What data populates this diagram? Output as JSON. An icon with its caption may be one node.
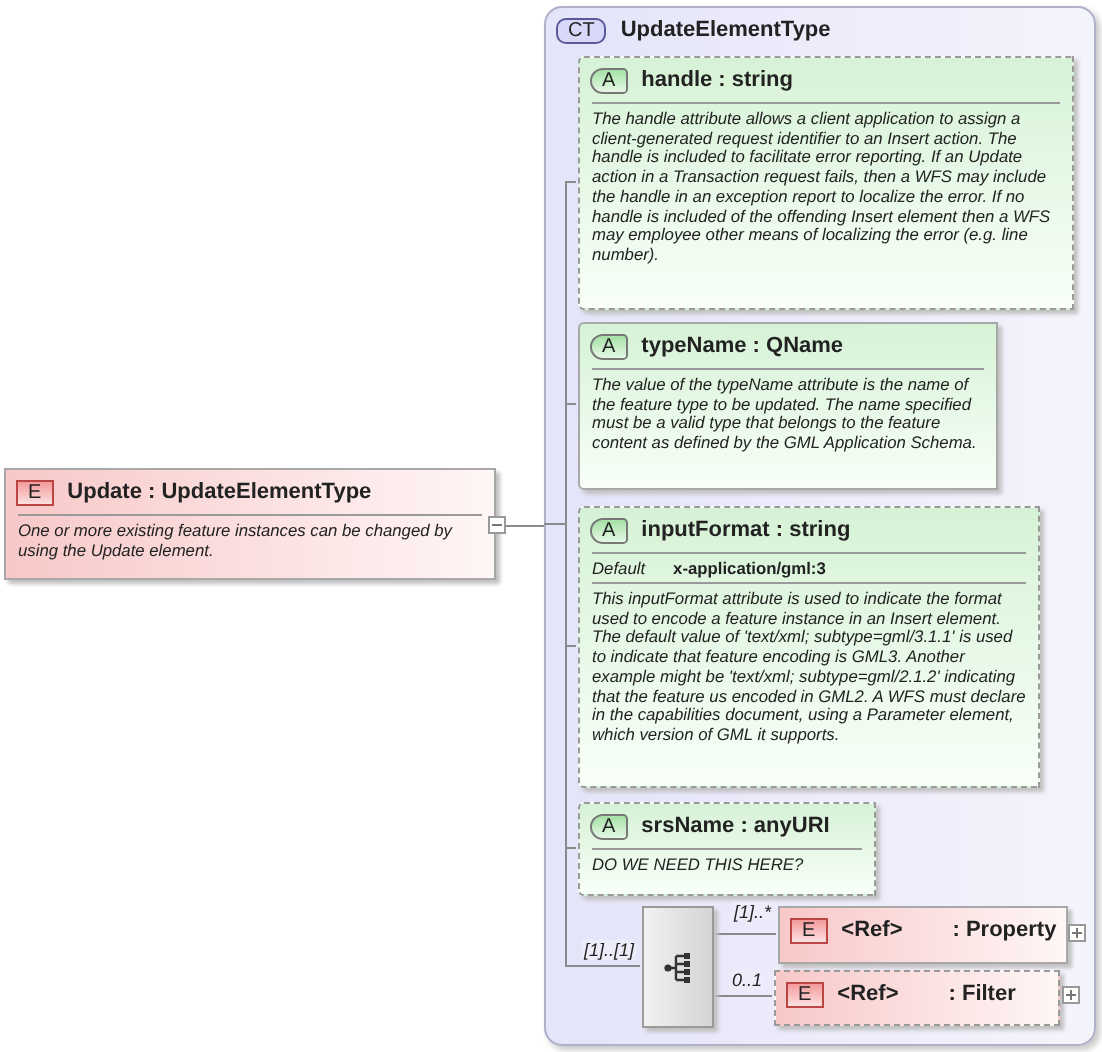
{
  "diagram": {
    "nodes": [
      {
        "text": [
          "E",
          "Update : UpdateElementType",
          "One or more existing feature instances can be changed by using the Update element."
        ]
      },
      {
        "text": [
          "CT",
          "UpdateElementType"
        ]
      },
      {
        "text": [
          "A",
          "handle : string",
          "The handle attribute allows a client application to assign a client-generated request identifier to an Insert action.  The handle is included to facilitate error reporting.  If an Update action in a Transaction request fails, then a WFS may include the handle in an exception report to localize the error.  If no handle is included of the offending Insert element then a WFS may employee other means of localizing the error (e.g. line number)."
        ],
        "in": 1
      },
      {
        "text": [
          "A",
          "typeName : QName",
          "The value of the typeName attribute is the name of the feature type to be updated. The name specified must be a valid type that belongs to the feature content as defined by the GML Application Schema."
        ],
        "in": 1
      },
      {
        "text": [
          "A",
          "inputFormat : string",
          "Default",
          "x-application/gml:3",
          "This inputFormat attribute is used to indicate the format used to encode a feature instance in an Insert element.  The default value of 'text/xml; subtype=gml/3.1.1' is used to indicate that feature encoding is GML3.  Another example might be 'text/xml; subtype=gml/2.1.2' indicating that the feature us encoded in GML2.  A WFS must declare in the capabilities document, using a Parameter element, which version of GML it supports."
        ],
        "in": 1
      },
      {
        "text": [
          "A",
          "srsName : anyURI",
          "DO WE NEED THIS HERE?"
        ],
        "in": 1
      },
      {
        "text": [],
        "shape": "box",
        "in": 1
      },
      {
        "text": [
          "E",
          "<Ref>",
          ": Property"
        ],
        "in": 1
      },
      {
        "text": [
          "E",
          "<Ref>",
          ": Filter"
        ],
        "in": 1
      }
    ],
    "edges": [
      {
        "from": 0,
        "to": 1,
        "arrow": "none"
      },
      {
        "from": 1,
        "to": 2,
        "arrow": "none"
      },
      {
        "from": 1,
        "to": 3,
        "arrow": "none"
      },
      {
        "from": 1,
        "to": 4,
        "arrow": "none"
      },
      {
        "from": 1,
        "to": 5,
        "arrow": "none"
      },
      {
        "from": 1,
        "to": 6,
        "arrow": "none",
        "label": "[1]..[1]"
      },
      {
        "from": 6,
        "to": 7,
        "arrow": "none",
        "label": "[1]..*"
      },
      {
        "from": 6,
        "to": 8,
        "arrow": "none",
        "label": "0..1"
      }
    ]
  }
}
